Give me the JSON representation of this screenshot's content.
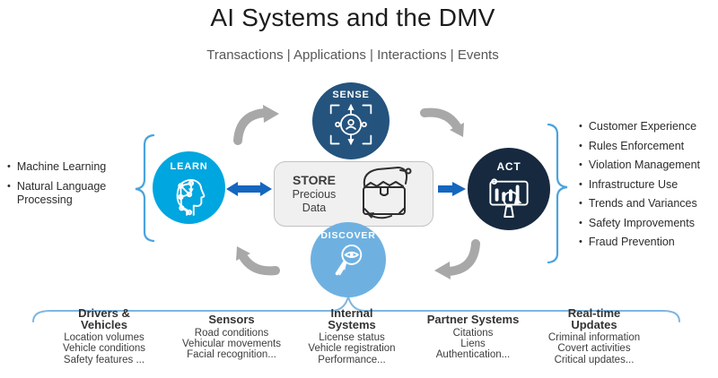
{
  "title": "AI Systems and the DMV",
  "subtitle": "Transactions | Applications | Interactions | Events",
  "cycle": {
    "sense_label": "SENSE",
    "learn_label": "LEARN",
    "act_label": "ACT",
    "discover_label": "DISCOVER",
    "store": {
      "title": "STORE",
      "line1": "Precious",
      "line2": "Data"
    }
  },
  "left_capabilities": {
    "items": [
      "Machine Learning",
      "Natural Language Processing"
    ]
  },
  "right_outcomes": {
    "items": [
      "Customer Experience",
      "Rules Enforcement",
      "Violation Management",
      "Infrastructure Use",
      "Trends and Variances",
      "Safety Improvements",
      "Fraud Prevention"
    ]
  },
  "data_sources": [
    {
      "heading_lines": [
        "Drivers &",
        "Vehicles"
      ],
      "items": [
        "Location volumes",
        "Vehicle conditions",
        "Safety features ..."
      ]
    },
    {
      "heading_lines": [
        "Sensors"
      ],
      "items": [
        "Road conditions",
        "Vehicular movements",
        "Facial recognition..."
      ]
    },
    {
      "heading_lines": [
        "Internal",
        "Systems"
      ],
      "items": [
        "License status",
        "Vehicle registration",
        "Performance..."
      ]
    },
    {
      "heading_lines": [
        "Partner Systems"
      ],
      "items": [
        "Citations",
        "Liens",
        "Authentication..."
      ]
    },
    {
      "heading_lines": [
        "Real-time",
        "Updates"
      ],
      "items": [
        "Criminal information",
        "Covert activities",
        "Critical updates..."
      ]
    }
  ],
  "icons": {
    "sense": "person-target-scan-icon",
    "learn": "head-neural-network-icon",
    "act": "chart-board-refresh-icon",
    "discover": "magnifier-eye-icon",
    "store": "treasure-chest-icon"
  },
  "colors": {
    "sense": "#24537d",
    "learn": "#00a6df",
    "act": "#16293f",
    "discover": "#6eb1e1",
    "gray_arrow": "#a8a8a8",
    "blue_arrow": "#1566bf",
    "side_brace": "#4aa3de",
    "bottom_brace": "#7db6e2",
    "store_bg": "#f0f0f0",
    "store_border": "#c2c2c2"
  }
}
